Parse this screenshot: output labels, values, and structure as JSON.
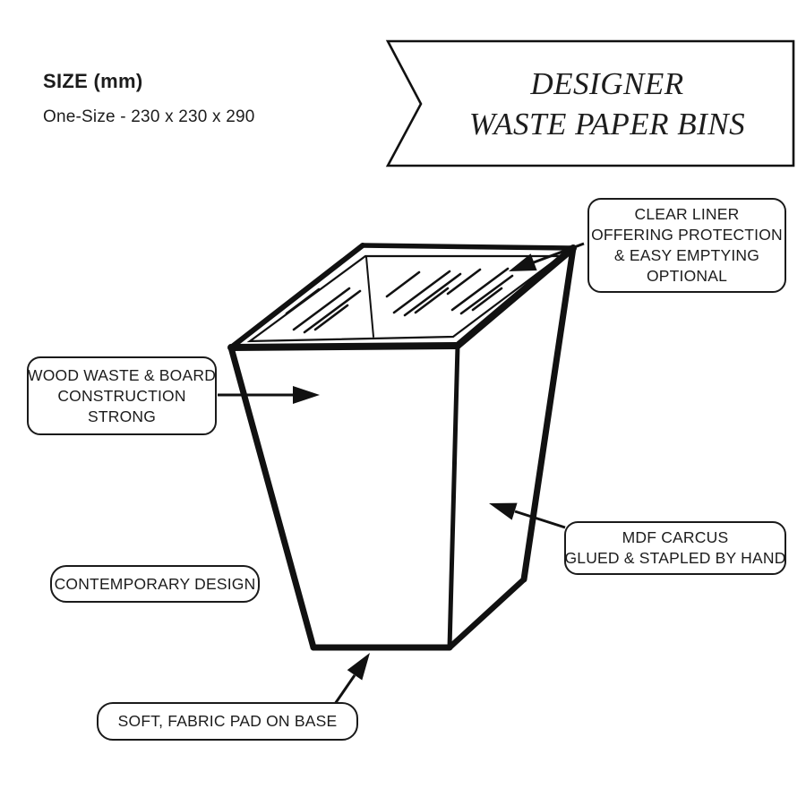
{
  "page": {
    "background_color": "#ffffff",
    "ink_color": "#111111",
    "text_color": "#1c1c1c"
  },
  "size_info": {
    "heading": "SIZE (mm)",
    "value": "One-Size - 230 x 230 x 290"
  },
  "banner": {
    "title_line1": "DESIGNER",
    "title_line2": "WASTE PAPER BINS"
  },
  "callouts": {
    "clear_liner": {
      "lines": [
        "CLEAR LINER",
        "OFFERING PROTECTION",
        "& EASY EMPTYING",
        "OPTIONAL"
      ]
    },
    "wood": {
      "lines": [
        "WOOD WASTE & BOARD",
        "CONSTRUCTION",
        "STRONG"
      ]
    },
    "contemporary": {
      "lines": [
        "CONTEMPORARY DESIGN"
      ]
    },
    "mdf": {
      "lines": [
        "MDF CARCUS",
        "GLUED & STAPLED BY HAND"
      ]
    },
    "fabric_pad": {
      "lines": [
        "SOFT, FABRIC PAD ON BASE"
      ]
    }
  },
  "diagram": {
    "subject": "tapered square waste paper bin line drawing with clear liner hatching"
  }
}
